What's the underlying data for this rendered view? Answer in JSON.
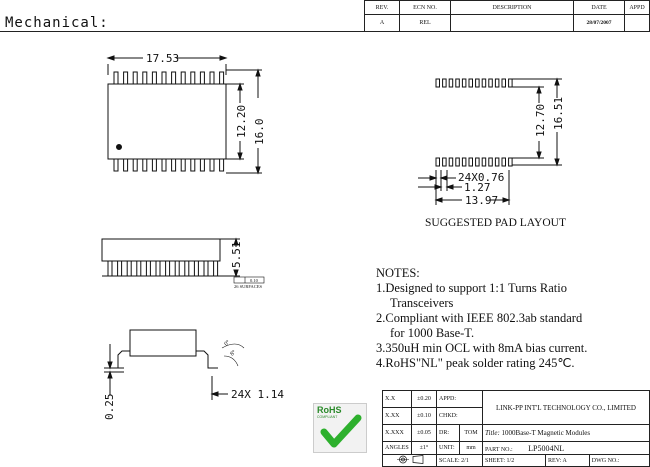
{
  "header": {
    "title": "Mechanical:"
  },
  "revision_table": {
    "columns": [
      "REV.",
      "ECN NO.",
      "DESCRIPTION",
      "DATE",
      "APPD"
    ],
    "row": {
      "rev": "A",
      "ecn": "REL",
      "description": "",
      "date": "28/07/2007",
      "appd": ""
    }
  },
  "dimensions": {
    "body_length": "17.53",
    "body_width": "12.20",
    "overall_width": "16.0",
    "height": "5.51",
    "coplanarity": "0.10",
    "coplanarity_note": "26 SURFACES",
    "standoff": "0.25",
    "lead_width": "24X 1.14",
    "angle_1": "0°",
    "angle_2": "8°"
  },
  "pad_layout": {
    "title": "SUGGESTED PAD LAYOUT",
    "pad_rows": "12.70",
    "pad_outer": "16.51",
    "pad_size": "24X0.76",
    "pitch": "1.27",
    "span": "13.97"
  },
  "notes": {
    "heading": "NOTES:",
    "items": [
      "1.Designed to support 1:1 Turns Ratio",
      "Transceivers",
      "2.Compliant with IEEE 802.3ab standard",
      "for 1000 Base-T.",
      "3.350uH min OCL with 8mA bias current.",
      "4.RoHS\"NL\" peak solder rating 245℃."
    ]
  },
  "rohs": {
    "label": "RoHS",
    "sub": "COMPLIANT"
  },
  "title_block": {
    "tol_x": "X.X",
    "tol_x_val": "±0.20",
    "tol_xx": "X.XX",
    "tol_xx_val": "±0.10",
    "tol_xxx": "X.XXX",
    "tol_xxx_val": "±0.05",
    "angles": "ANGLES",
    "angles_val": "±1°",
    "appd": "APPD:",
    "chkd": "CHKD:",
    "dr": "DR:",
    "dr_name": "TOM",
    "unit": "UNIT:",
    "unit_val": "mm",
    "company": "LINK-PP INT'L TECHNOLOGY CO., LIMITED",
    "title_label": "Title:",
    "title_val": "1000Base-T Magnetic Modules",
    "part_label": "PART NO.:",
    "part_val": "LP5004NL",
    "scale_label": "SCALE:",
    "scale_val": "2/1",
    "sheet_label": "SHEET:",
    "sheet_val": "1/2",
    "rev_label": "REV:",
    "rev_val": "A",
    "dwg_label": "DWG NO.:"
  }
}
